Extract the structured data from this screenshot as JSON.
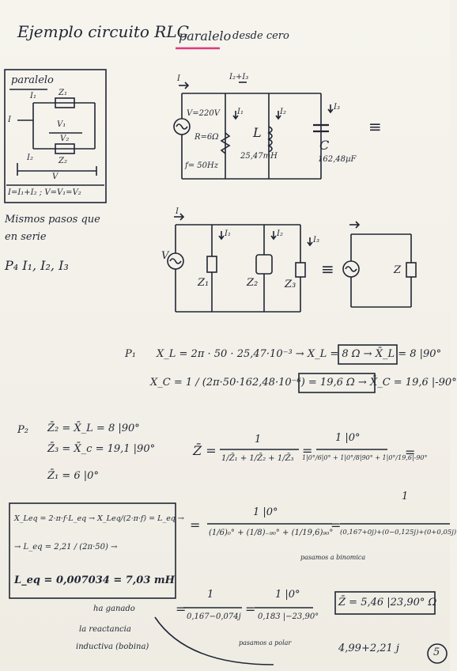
{
  "title": {
    "prefix": "Ejemplo circuito RLC",
    "highlight": "paralelo",
    "suffix": "desde cero"
  },
  "parallel_box": {
    "heading": "paralelo",
    "labels": {
      "i1": "I₁",
      "z1": "Z₁",
      "v1": "V₁",
      "v2": "V₂",
      "i": "I",
      "i2": "I₂",
      "z2": "Z₂",
      "v": "V"
    },
    "formula": "I=I₁+I₂ ; V=V₁=V₂"
  },
  "circuit1": {
    "i": "I",
    "i2i3": "I₂+I₃",
    "i1": "I₁",
    "i2": "I₂",
    "i3": "I₃",
    "v": "V=220V",
    "r": "R=6Ω",
    "f": "f= 50Hz",
    "l": "L",
    "l_val": "25,47mH",
    "c": "C",
    "c_val": "162,48µF",
    "equiv": "≡"
  },
  "circuit2": {
    "i": "I",
    "v": "V",
    "i1": "I₁",
    "i2": "I₂",
    "i3": "I₃",
    "z1": "Z₁",
    "z2": "Z₂",
    "z3": "Z₃",
    "equiv": "≡",
    "z": "Z"
  },
  "notes": {
    "pasos1": "Mismos pasos que",
    "pasos2": "en serie",
    "p4": "P₄ I₁, I₂, I₃",
    "p1": "P₁",
    "p2": "P₂"
  },
  "p1": {
    "xl": "X_L = 2π · 50 · 25,47·10⁻³ → X_L = 8 Ω → X̄_L = 8 |90°",
    "xc": "X_C = 1 / (2π·50·162,48·10⁻⁶) = 19,6 Ω → X̄_C = 19,6 |-90°"
  },
  "p2": {
    "z2": "Z̄₂ = X̄_L = 8 |90°",
    "z3": "Z̄₃ = X̄_c = 19,1 |90°",
    "z1": "Z̄₁ = 6 |0°"
  },
  "zeq": {
    "lhs": "Z̄ =",
    "num1": "1",
    "den1": "1/Z̄₁ + 1/Z̄₂ + 1/Z̄₃",
    "eq": "=",
    "num2": "1 |0°",
    "den2": "1|0°/6|0° + 1|0°/8|90° + 1|0°/19,6|-90°",
    "tail": "="
  },
  "xleq_box": {
    "line1": "X_Leq = 2·π·f·L_eq → X_Leq/(2·π·f) = L_eq →",
    "line2": "→ L_eq = 2,21 / (2π·50) →",
    "line3": "L_eq = 0,007034 = 7,03 mH"
  },
  "row2": {
    "eq": "=",
    "num": "1 |0°",
    "den": "(1/6)₀° + (1/8)₋₉₀° + (1/19,6)₉₀°",
    "eq2": "=",
    "num2": "1",
    "den2": "(0,167+0j)+(0−0,125j)+(0+0,05j)",
    "note": "pasamos a binomica"
  },
  "row3": {
    "eq": "=",
    "num": "1",
    "den": "0,167−0,074j",
    "eq2": "=",
    "num2": "1 |0°",
    "den2": "0,183 |−23,90°",
    "result": "Z̄ = 5,46 |23,90° Ω",
    "binomial": "4,99+2,21 j",
    "note": "pasamos a polar",
    "side1": "ha ganado",
    "side2": "la reactancia",
    "side3": "inductiva (bobina)",
    "page": "5"
  }
}
